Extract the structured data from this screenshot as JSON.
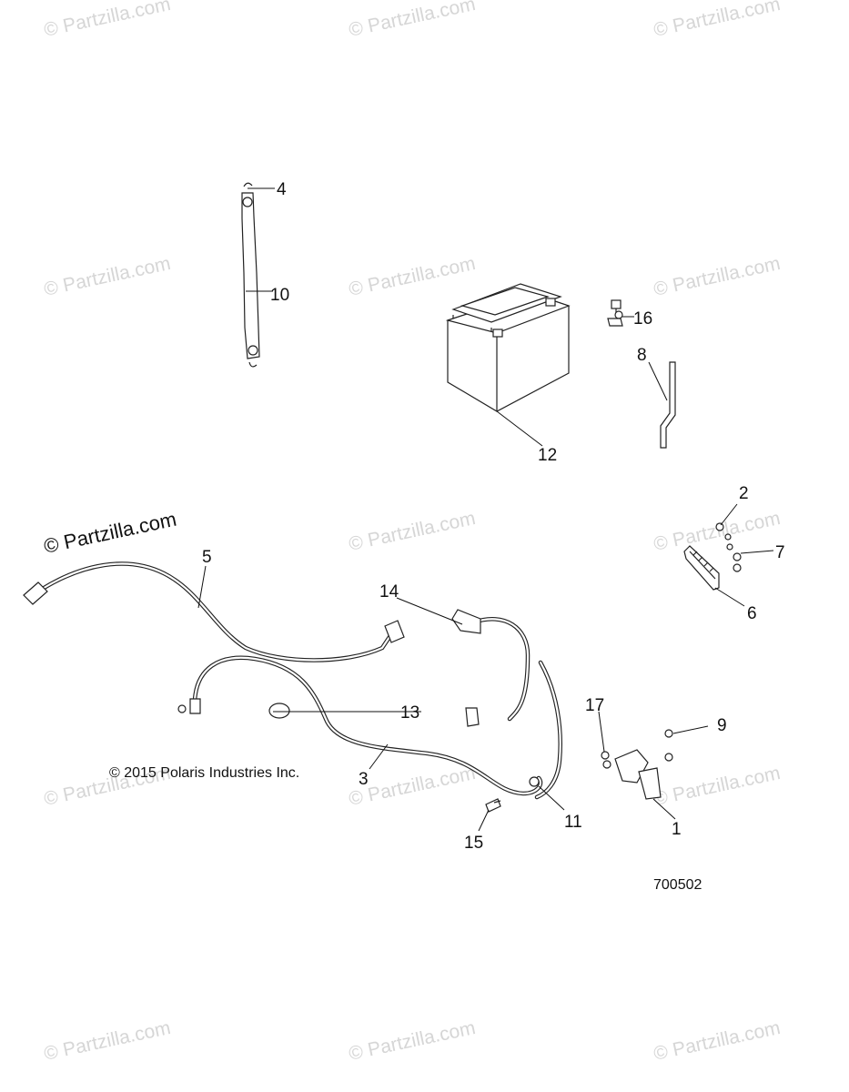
{
  "watermark": {
    "text": "Partzilla.com",
    "symbol": "©",
    "prominent_text": "© Partzilla.com"
  },
  "copyright": "© 2015 Polaris Industries Inc.",
  "diagram_number": "700502",
  "callouts": [
    "1",
    "2",
    "3",
    "4",
    "5",
    "6",
    "7",
    "8",
    "9",
    "10",
    "11",
    "12",
    "13",
    "14",
    "15",
    "16",
    "17"
  ],
  "colors": {
    "line": "#222222",
    "watermark": "#d6d6d6"
  }
}
